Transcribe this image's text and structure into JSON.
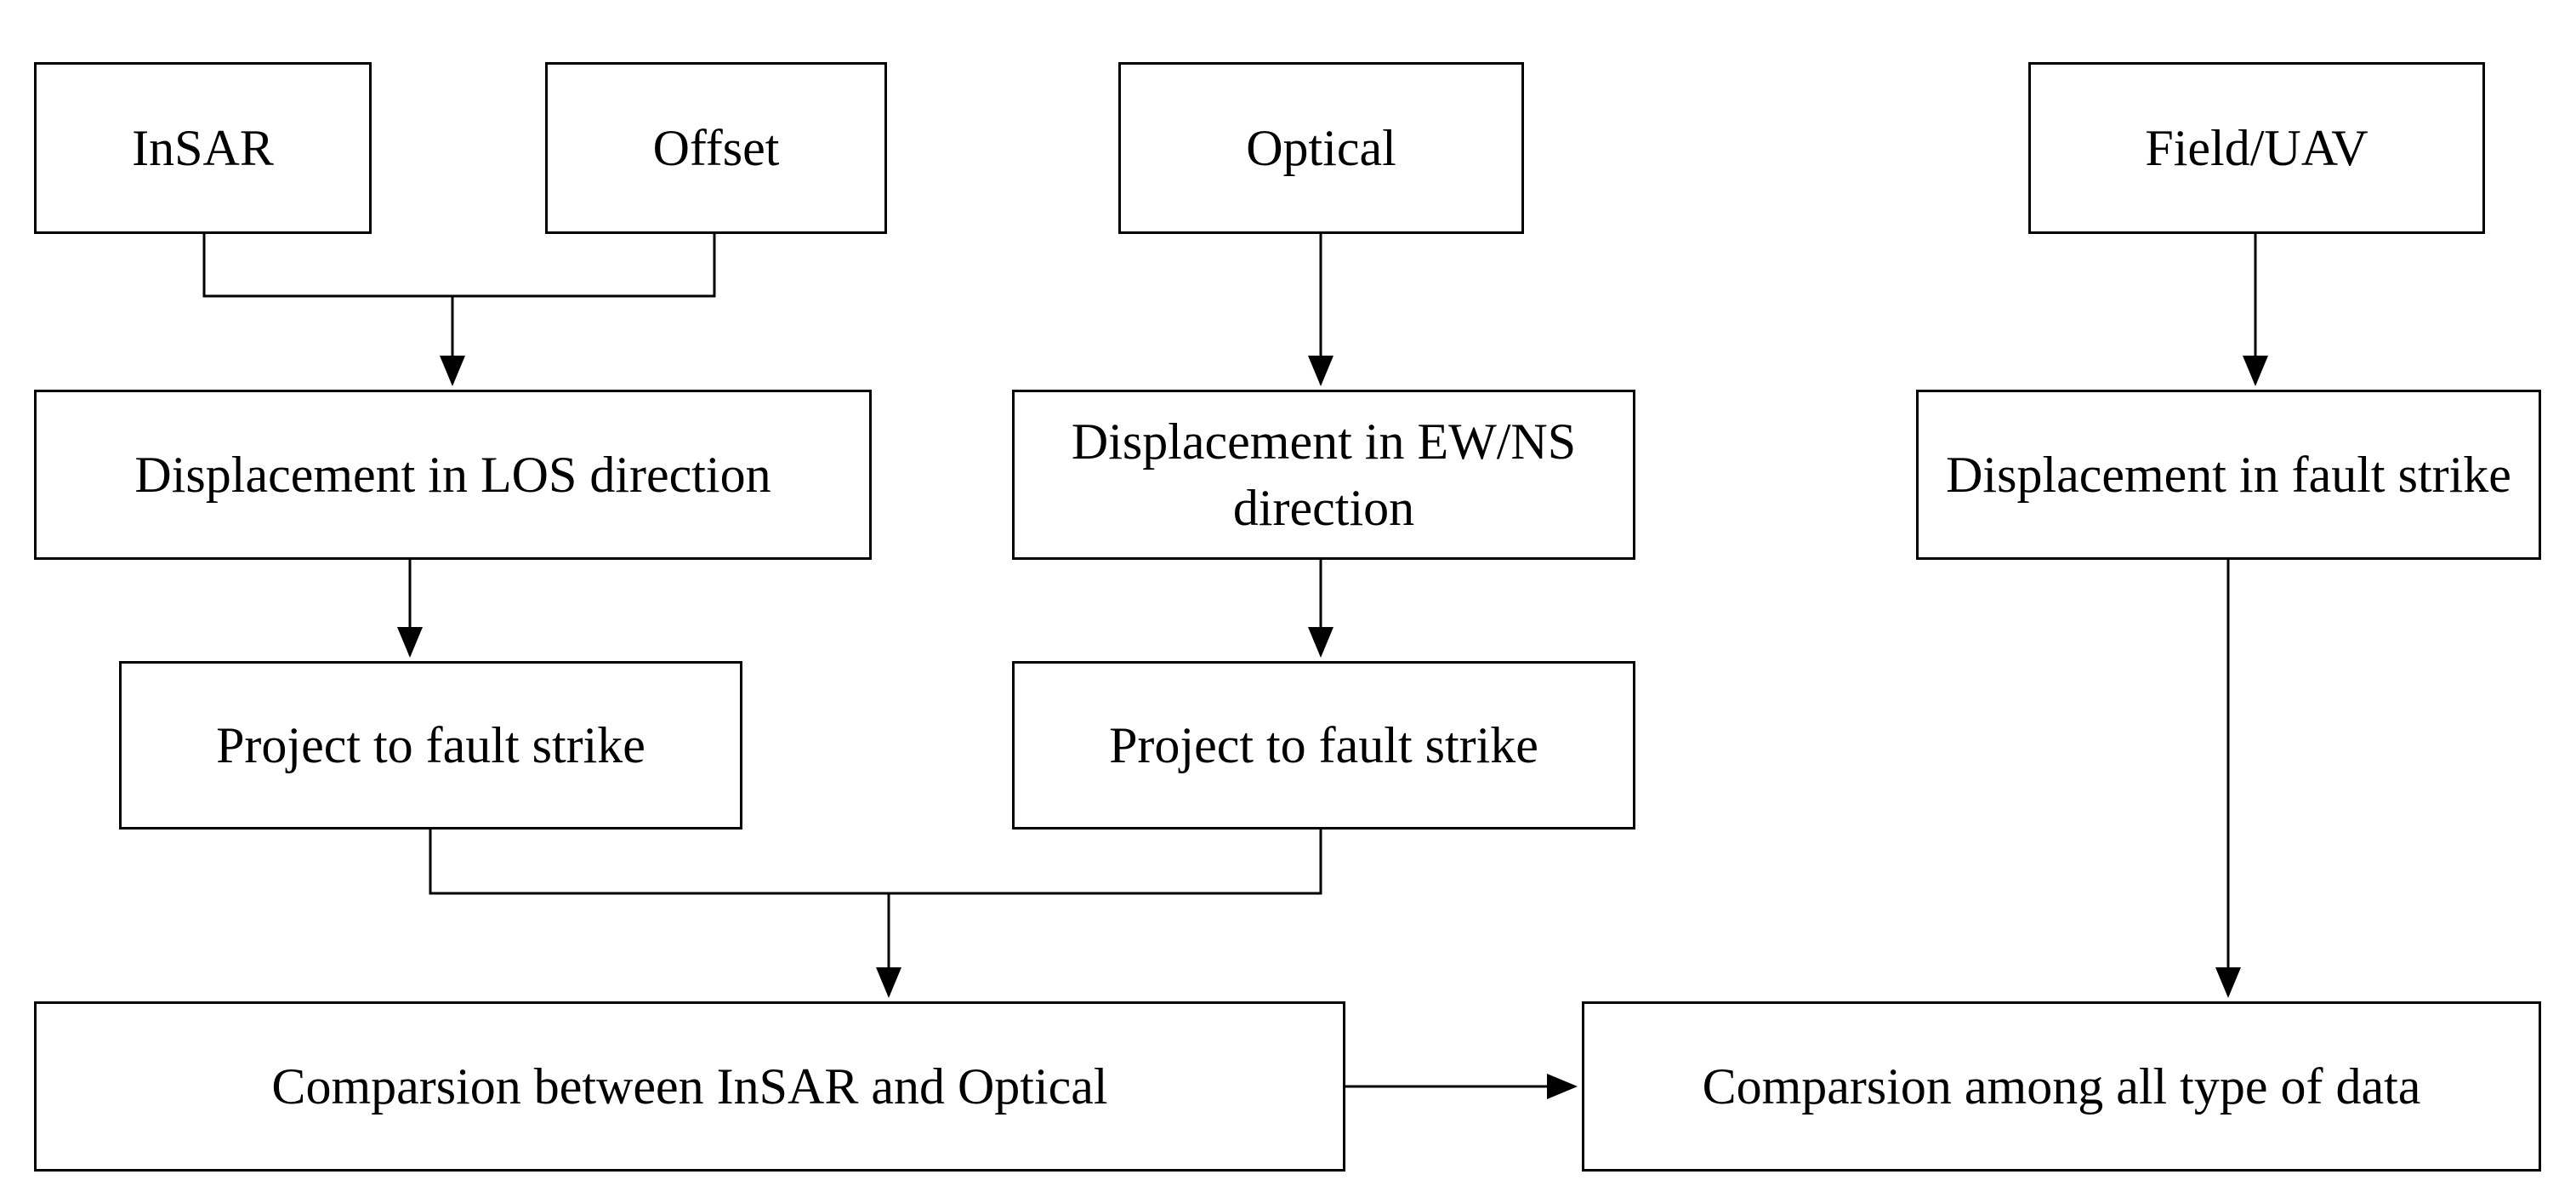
{
  "nodes": {
    "insar": "InSAR",
    "offset": "Offset",
    "optical": "Optical",
    "field_uav": "Field/UAV",
    "disp_los": "Displacement in LOS direction",
    "disp_ewns": "Displacement in EW/NS direction",
    "disp_fault": "Displacement in fault strike",
    "project_left": "Project to fault strike",
    "project_right": "Project to fault strike",
    "compare_insar_optical": "Comparsion between InSAR and Optical",
    "compare_all": "Comparsion among all type of data"
  },
  "colors": {
    "stroke": "#000000",
    "background": "#ffffff"
  }
}
